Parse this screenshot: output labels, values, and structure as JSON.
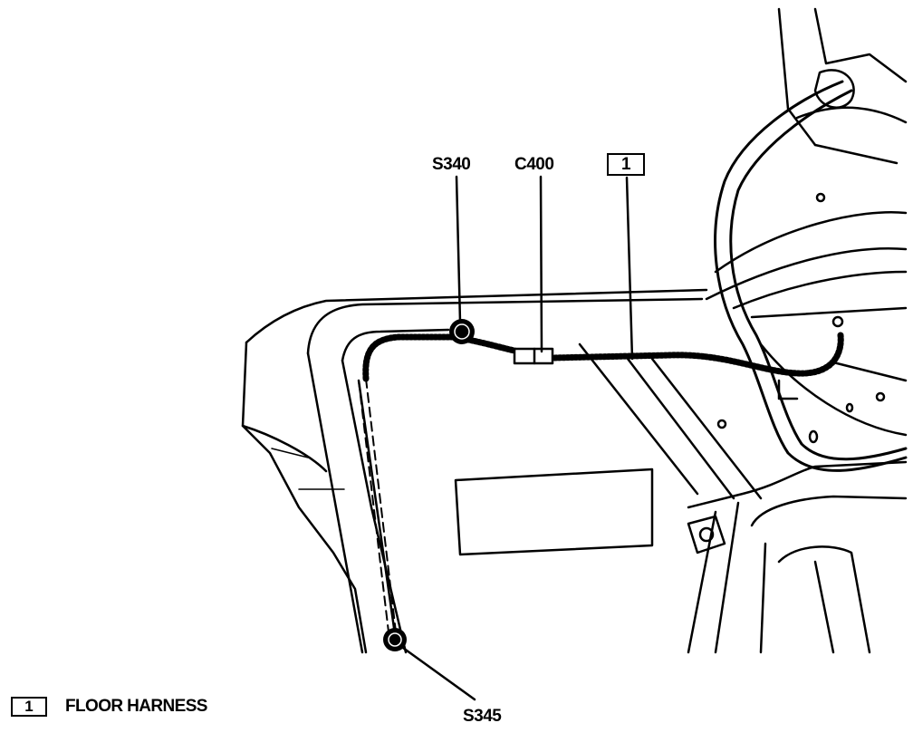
{
  "labels": {
    "s340": "S340",
    "c400": "C400",
    "item1": "1",
    "s345": "S345"
  },
  "legend": {
    "key": "1",
    "description": "FLOOR HARNESS"
  },
  "colors": {
    "line": "#000000",
    "background": "#ffffff"
  }
}
